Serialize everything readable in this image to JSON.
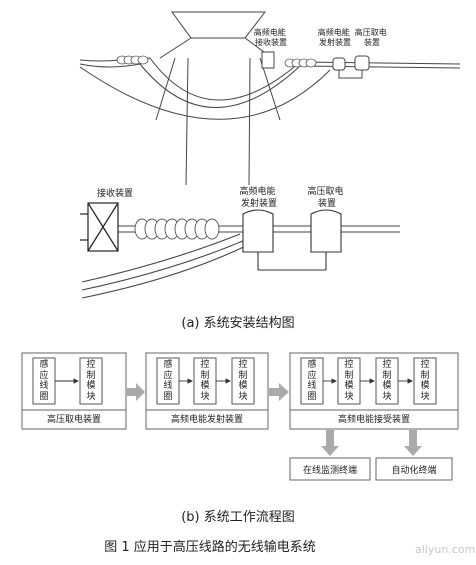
{
  "part_a": {
    "labels": {
      "top_receiver": "高频电能\n接收装置",
      "top_transmitter": "高频电能\n发射装置",
      "top_hv_source": "高压取电\n装置",
      "bottom_receiver": "接收装置",
      "bottom_transmitter": "高频电能\n发射装置",
      "bottom_hv_source": "高压取电\n装置"
    },
    "caption": "(a)   系统安装结构图"
  },
  "part_b": {
    "group1": {
      "modules": [
        "感\n应\n线\n圈",
        "控\n制\n模\n块"
      ],
      "label": "高压取电装置"
    },
    "group2": {
      "modules": [
        "感\n应\n线\n圈",
        "控\n制\n模\n块",
        "控\n制\n模\n块"
      ],
      "label": "高频电能发射装置"
    },
    "group3": {
      "modules": [
        "感\n应\n线\n圈",
        "控\n制\n模\n块",
        "控\n制\n模\n块",
        "控\n制\n模\n块"
      ],
      "label": "高频电能接受装置"
    },
    "terminals": [
      "在线监测终端",
      "自动化终端"
    ],
    "caption": "(b)   系统工作流程图"
  },
  "figure_caption": "图 1  应用于高压线路的无线输电系统",
  "watermark": "aliyun.com"
}
